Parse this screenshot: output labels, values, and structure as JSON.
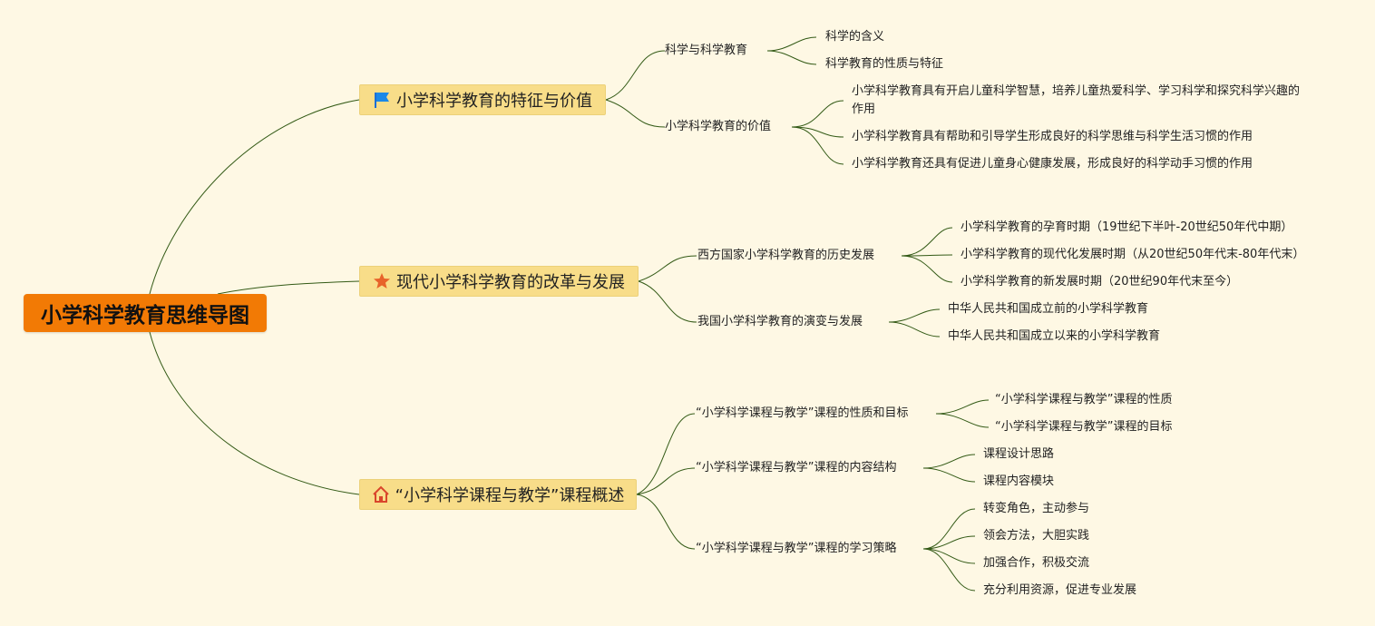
{
  "root": {
    "title": "小学科学教育思维导图"
  },
  "colors": {
    "root_bg": "#f27a05",
    "topic_bg": "#f8dd89",
    "line": "#335a16",
    "background": "#fef8e4"
  },
  "branches": [
    {
      "title": "小学科学教育的特征与价值",
      "icon": "flag-icon",
      "children": [
        {
          "title": "科学与科学教育",
          "leaves": [
            "科学的含义",
            "科学教育的性质与特征"
          ]
        },
        {
          "title": "小学科学教育的价值",
          "leaves": [
            "小学科学教育具有开启儿童科学智慧，培养儿童热爱科学、学习科学和探究科学兴趣的作用",
            "小学科学教育具有帮助和引导学生形成良好的科学思维与科学生活习惯的作用",
            "小学科学教育还具有促进儿童身心健康发展，形成良好的科学动手习惯的作用"
          ]
        }
      ]
    },
    {
      "title": "现代小学科学教育的改革与发展",
      "icon": "star-icon",
      "children": [
        {
          "title": "西方国家小学科学教育的历史发展",
          "leaves": [
            "小学科学教育的孕育时期（19世纪下半叶-20世纪50年代中期）",
            "小学科学教育的现代化发展时期（从20世纪50年代末-80年代末）",
            "小学科学教育的新发展时期（20世纪90年代末至今）"
          ]
        },
        {
          "title": "我国小学科学教育的演变与发展",
          "leaves": [
            "中华人民共和国成立前的小学科学教育",
            "中华人民共和国成立以来的小学科学教育"
          ]
        }
      ]
    },
    {
      "title": "“小学科学课程与教学”课程概述",
      "icon": "house-icon",
      "children": [
        {
          "title": "“小学科学课程与教学”课程的性质和目标",
          "leaves": [
            "“小学科学课程与教学”课程的性质",
            "“小学科学课程与教学”课程的目标"
          ]
        },
        {
          "title": "“小学科学课程与教学”课程的内容结构",
          "leaves": [
            "课程设计思路",
            "课程内容模块"
          ]
        },
        {
          "title": "“小学科学课程与教学”课程的学习策略",
          "leaves": [
            "转变角色，主动参与",
            "领会方法，大胆实践",
            "加强合作，积极交流",
            "充分利用资源，促进专业发展"
          ]
        }
      ]
    }
  ]
}
